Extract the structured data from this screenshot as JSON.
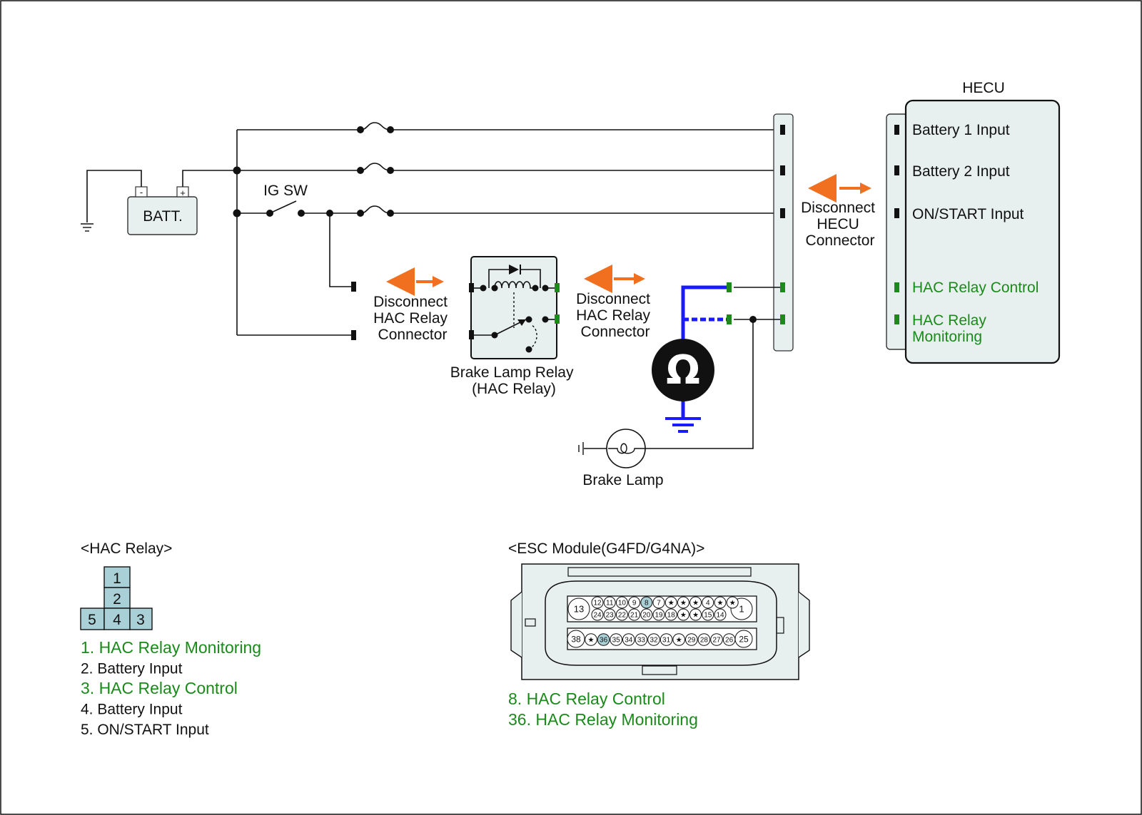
{
  "labels": {
    "hecu_title": "HECU",
    "hecu_pins": [
      "Battery 1 Input",
      "Battery 2 Input",
      "ON/START Input"
    ],
    "hecu_pins_green": [
      "HAC Relay Control"
    ],
    "hecu_pin_monitor": [
      "HAC Relay",
      "Monitoring"
    ],
    "batt": "BATT.",
    "batt_minus": "-",
    "batt_plus": "+",
    "ig_sw": "IG SW",
    "disconnect_hecu": [
      "Disconnect",
      "HECU",
      "Connector"
    ],
    "disconnect_relay_left": [
      "Disconnect",
      "HAC Relay",
      "Connector"
    ],
    "disconnect_relay_right": [
      "Disconnect",
      "HAC Relay",
      "Connector"
    ],
    "relay_caption": [
      "Brake Lamp Relay",
      "(HAC Relay)"
    ],
    "brake_lamp": "Brake Lamp",
    "ohm": "Ω"
  },
  "hac_relay": {
    "title": "<HAC Relay>",
    "cells": [
      "1",
      "2",
      "5",
      "4",
      "3"
    ],
    "legend": [
      {
        "text": "1. HAC Relay Monitoring",
        "color": "#1a8a1a"
      },
      {
        "text": "2. Battery Input",
        "color": "#111111"
      },
      {
        "text": "3. HAC Relay Control",
        "color": "#1a8a1a"
      },
      {
        "text": "4. Battery Input",
        "color": "#111111"
      },
      {
        "text": "5. ON/START Input",
        "color": "#111111"
      }
    ]
  },
  "esc_module": {
    "title": "<ESC Module(G4FD/G4NA)>",
    "big_pins": [
      "13",
      "1",
      "38",
      "25"
    ],
    "row1": [
      "12",
      "11",
      "10",
      "9",
      "8",
      "7",
      "★",
      "★",
      "★",
      "4",
      "★",
      "★"
    ],
    "row2": [
      "24",
      "23",
      "22",
      "21",
      "20",
      "19",
      "18",
      "★",
      "★",
      "15",
      "14"
    ],
    "row3": [
      "★",
      "36",
      "35",
      "34",
      "33",
      "32",
      "31",
      "★",
      "29",
      "28",
      "27",
      "26"
    ],
    "highlighted": [
      "8",
      "36"
    ],
    "legend": [
      {
        "text": "8. HAC Relay Control",
        "color": "#1a8a1a"
      },
      {
        "text": "36. HAC Relay Monitoring",
        "color": "#1a8a1a"
      }
    ]
  },
  "colors": {
    "green": "#1a8a1a",
    "orange": "#f07020",
    "blue": "#1a1aff",
    "panel_fill": "#e8efef",
    "cell_fill": "#a9d0d6"
  }
}
